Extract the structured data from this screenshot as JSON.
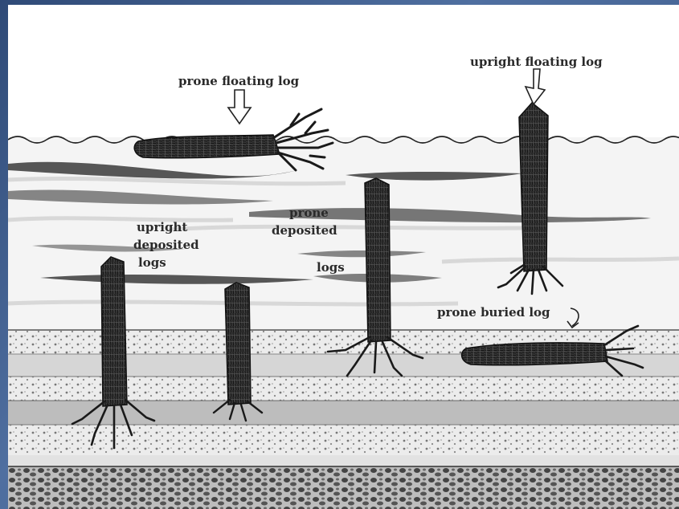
{
  "labels": {
    "prone_floating": "prone floating log",
    "upright_floating": "upright floating log",
    "upright_deposited_1": "upright",
    "upright_deposited_2": "deposited",
    "upright_deposited_3": "logs",
    "prone_deposited_1": "prone",
    "prone_deposited_2": "deposited",
    "prone_deposited_3": "logs",
    "prone_buried": "prone buried log"
  },
  "colors": {
    "ink": "#1f1f1f",
    "water": "#f4f4f4",
    "frame": "#3d5a86"
  }
}
